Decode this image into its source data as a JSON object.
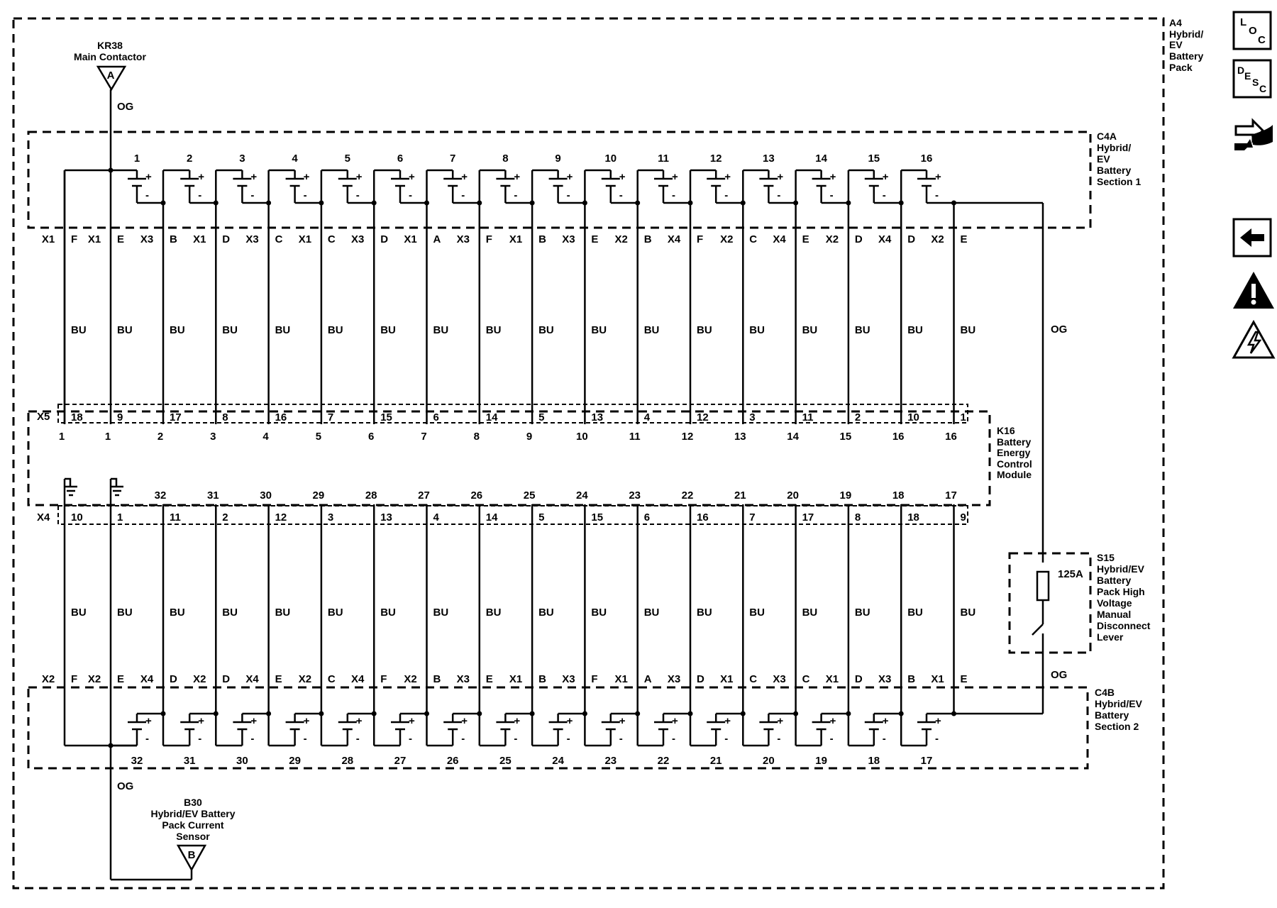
{
  "outer": {
    "lines": [
      "A4",
      "Hybrid/",
      "EV",
      "Battery",
      "Pack"
    ]
  },
  "kr38": {
    "lines": [
      "KR38",
      "Main Contactor"
    ],
    "pin": "A",
    "wire": "OG"
  },
  "b30": {
    "lines": [
      "B30",
      "Hybrid/EV Battery",
      "Pack Current",
      "Sensor"
    ],
    "pin": "B",
    "wire": "OG"
  },
  "c4a": {
    "lines": [
      "C4A",
      "Hybrid/",
      "EV",
      "Battery",
      "Section 1"
    ]
  },
  "c4b": {
    "lines": [
      "C4B",
      "Hybrid/EV",
      "Battery",
      "Section 2"
    ]
  },
  "k16": {
    "lines": [
      "K16",
      "Battery",
      "Energy",
      "Control",
      "Module"
    ]
  },
  "s15": {
    "lines": [
      "S15",
      "Hybrid/EV",
      "Battery",
      "Pack High",
      "Voltage",
      "Manual",
      "Disconnect",
      "Lever"
    ],
    "fuse": "125A"
  },
  "wires": {
    "main": "OG",
    "lower": "OG"
  },
  "top_cells": [
    "1",
    "2",
    "3",
    "4",
    "5",
    "6",
    "7",
    "8",
    "9",
    "10",
    "11",
    "12",
    "13",
    "14",
    "15",
    "16"
  ],
  "bottom_cells": [
    "32",
    "31",
    "30",
    "29",
    "28",
    "27",
    "26",
    "25",
    "24",
    "23",
    "22",
    "21",
    "20",
    "19",
    "18",
    "17"
  ],
  "top_conn": [
    [
      "X1",
      "F"
    ],
    [
      "X1",
      "E"
    ],
    [
      "X3",
      "B"
    ],
    [
      "X1",
      "D"
    ],
    [
      "X3",
      "C"
    ],
    [
      "X1",
      "C"
    ],
    [
      "X3",
      "D"
    ],
    [
      "X1",
      "A"
    ],
    [
      "X3",
      "F"
    ],
    [
      "X1",
      "B"
    ],
    [
      "X3",
      "E"
    ],
    [
      "X2",
      "B"
    ],
    [
      "X4",
      "F"
    ],
    [
      "X2",
      "C"
    ],
    [
      "X4",
      "E"
    ],
    [
      "X2",
      "D"
    ],
    [
      "X4",
      "D"
    ],
    [
      "X2",
      "E"
    ]
  ],
  "bottom_conn": [
    [
      "X2",
      "F"
    ],
    [
      "X2",
      "E"
    ],
    [
      "X4",
      "D"
    ],
    [
      "X2",
      "D"
    ],
    [
      "X4",
      "E"
    ],
    [
      "X2",
      "C"
    ],
    [
      "X4",
      "F"
    ],
    [
      "X2",
      "B"
    ],
    [
      "X3",
      "E"
    ],
    [
      "X1",
      "B"
    ],
    [
      "X3",
      "F"
    ],
    [
      "X1",
      "A"
    ],
    [
      "X3",
      "D"
    ],
    [
      "X1",
      "C"
    ],
    [
      "X3",
      "C"
    ],
    [
      "X1",
      "D"
    ],
    [
      "X3",
      "B"
    ],
    [
      "X1",
      "E"
    ]
  ],
  "x5": {
    "label": "X5",
    "pins": [
      "18",
      "9",
      "17",
      "8",
      "16",
      "7",
      "15",
      "6",
      "14",
      "5",
      "13",
      "4",
      "12",
      "3",
      "11",
      "2",
      "10",
      "1"
    ]
  },
  "x4": {
    "label": "X4",
    "pins": [
      "10",
      "1",
      "11",
      "2",
      "12",
      "3",
      "13",
      "4",
      "14",
      "5",
      "15",
      "6",
      "16",
      "7",
      "17",
      "8",
      "18",
      "9"
    ]
  },
  "k16_top_terms": [
    "1",
    "1",
    "2",
    "3",
    "4",
    "5",
    "6",
    "7",
    "8",
    "9",
    "10",
    "11",
    "12",
    "13",
    "14",
    "15",
    "16",
    "16"
  ],
  "k16_bottom_terms": [
    "32",
    "31",
    "30",
    "29",
    "28",
    "27",
    "26",
    "25",
    "24",
    "23",
    "22",
    "21",
    "20",
    "19",
    "18",
    "17"
  ],
  "wire_color": "BU",
  "side_icons": [
    {
      "name": "loc",
      "letters": [
        "L",
        "O",
        "C"
      ]
    },
    {
      "name": "desc",
      "letters": [
        "D",
        "E",
        "S",
        "C"
      ]
    }
  ],
  "colors": {
    "line": "#000000",
    "background": "#ffffff"
  }
}
